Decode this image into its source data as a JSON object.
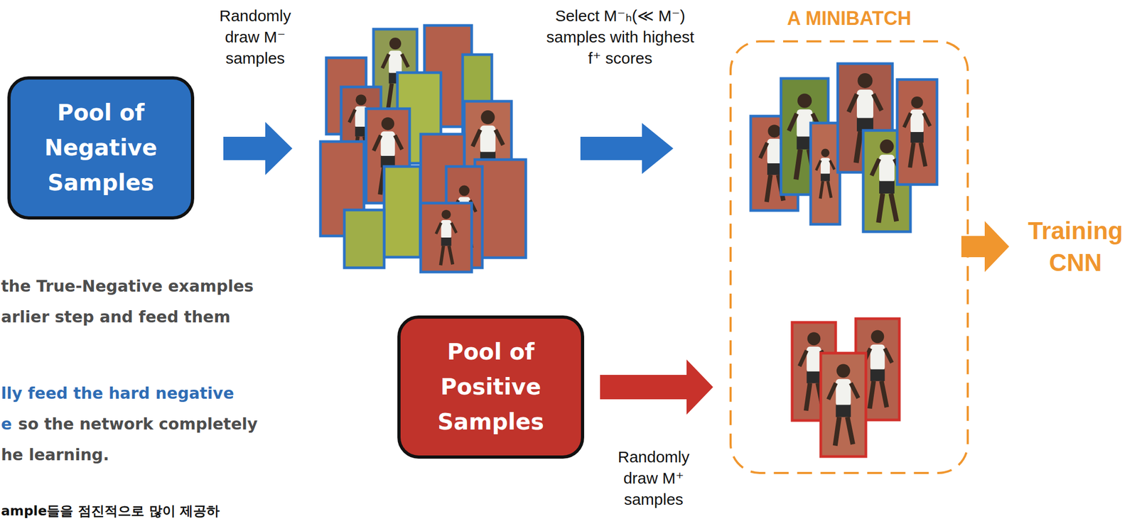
{
  "diagram": {
    "nodes": [
      {
        "text": [
          "Pool of Negative Samples"
        ]
      },
      {
        "text": [
          "A MINIBATCH"
        ]
      },
      {
        "text": [
          "Pool of Positive Samples"
        ]
      }
    ],
    "edges": [
      {
        "from": 2,
        "to": 1,
        "arrow": "to"
      }
    ],
    "labels": [
      "Randomly draw M⁻ samples",
      "Select M⁻ₕ(≪ M⁻) samples with highest f⁺ scores",
      "Training CNN",
      "the True-Negative examples",
      "arlier step and feed them",
      "lly feed the hard negative",
      "e",
      "so the network completely",
      "he learning.",
      "ample들을 점진적으로 많이 제공하",
      "Randomly draw M⁺ samples"
    ]
  }
}
